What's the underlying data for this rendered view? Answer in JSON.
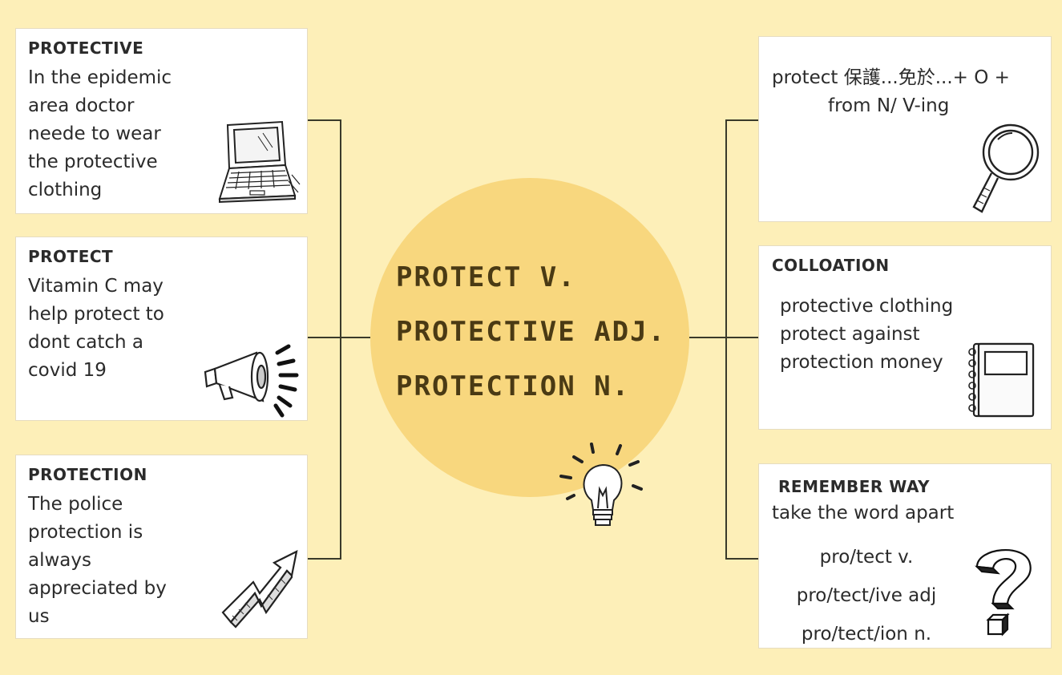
{
  "center": {
    "line1": "PROTECT V.",
    "line2": "PROTECTIVE ADJ.",
    "line3": "PROTECTION N."
  },
  "left_cards": [
    {
      "title": "PROTECTIVE",
      "lines": [
        "In the epidemic",
        "area doctor",
        "neede to wear",
        "the protective",
        "clothing"
      ],
      "icon": "laptop-icon"
    },
    {
      "title": "PROTECT",
      "lines": [
        "Vitamin C may",
        "help protect to",
        "dont catch a",
        "covid 19"
      ],
      "icon": "megaphone-icon"
    },
    {
      "title": "PROTECTION",
      "lines": [
        "The police",
        "protection is",
        "always",
        "appreciated by",
        "us"
      ],
      "icon": "arrow-up-icon"
    }
  ],
  "right_cards": [
    {
      "lines": [
        "protect 保護...免於...+ O +",
        "from N/ V-ing"
      ],
      "icon": "magnifier-icon"
    },
    {
      "title": "COLLOATION",
      "lines": [
        "protective clothing",
        "protect against",
        "protection money"
      ],
      "icon": "notebook-icon"
    },
    {
      "title": "REMEMBER WAY",
      "intro": "take the word apart",
      "lines": [
        "pro/tect v.",
        "pro/tect/ive adj",
        "pro/tect/ion n."
      ],
      "icon": "question-mark-icon"
    }
  ],
  "colors": {
    "background": "#fdefb8",
    "circle": "#f8d77e",
    "card": "#ffffff",
    "connector": "#3a3a2a"
  }
}
